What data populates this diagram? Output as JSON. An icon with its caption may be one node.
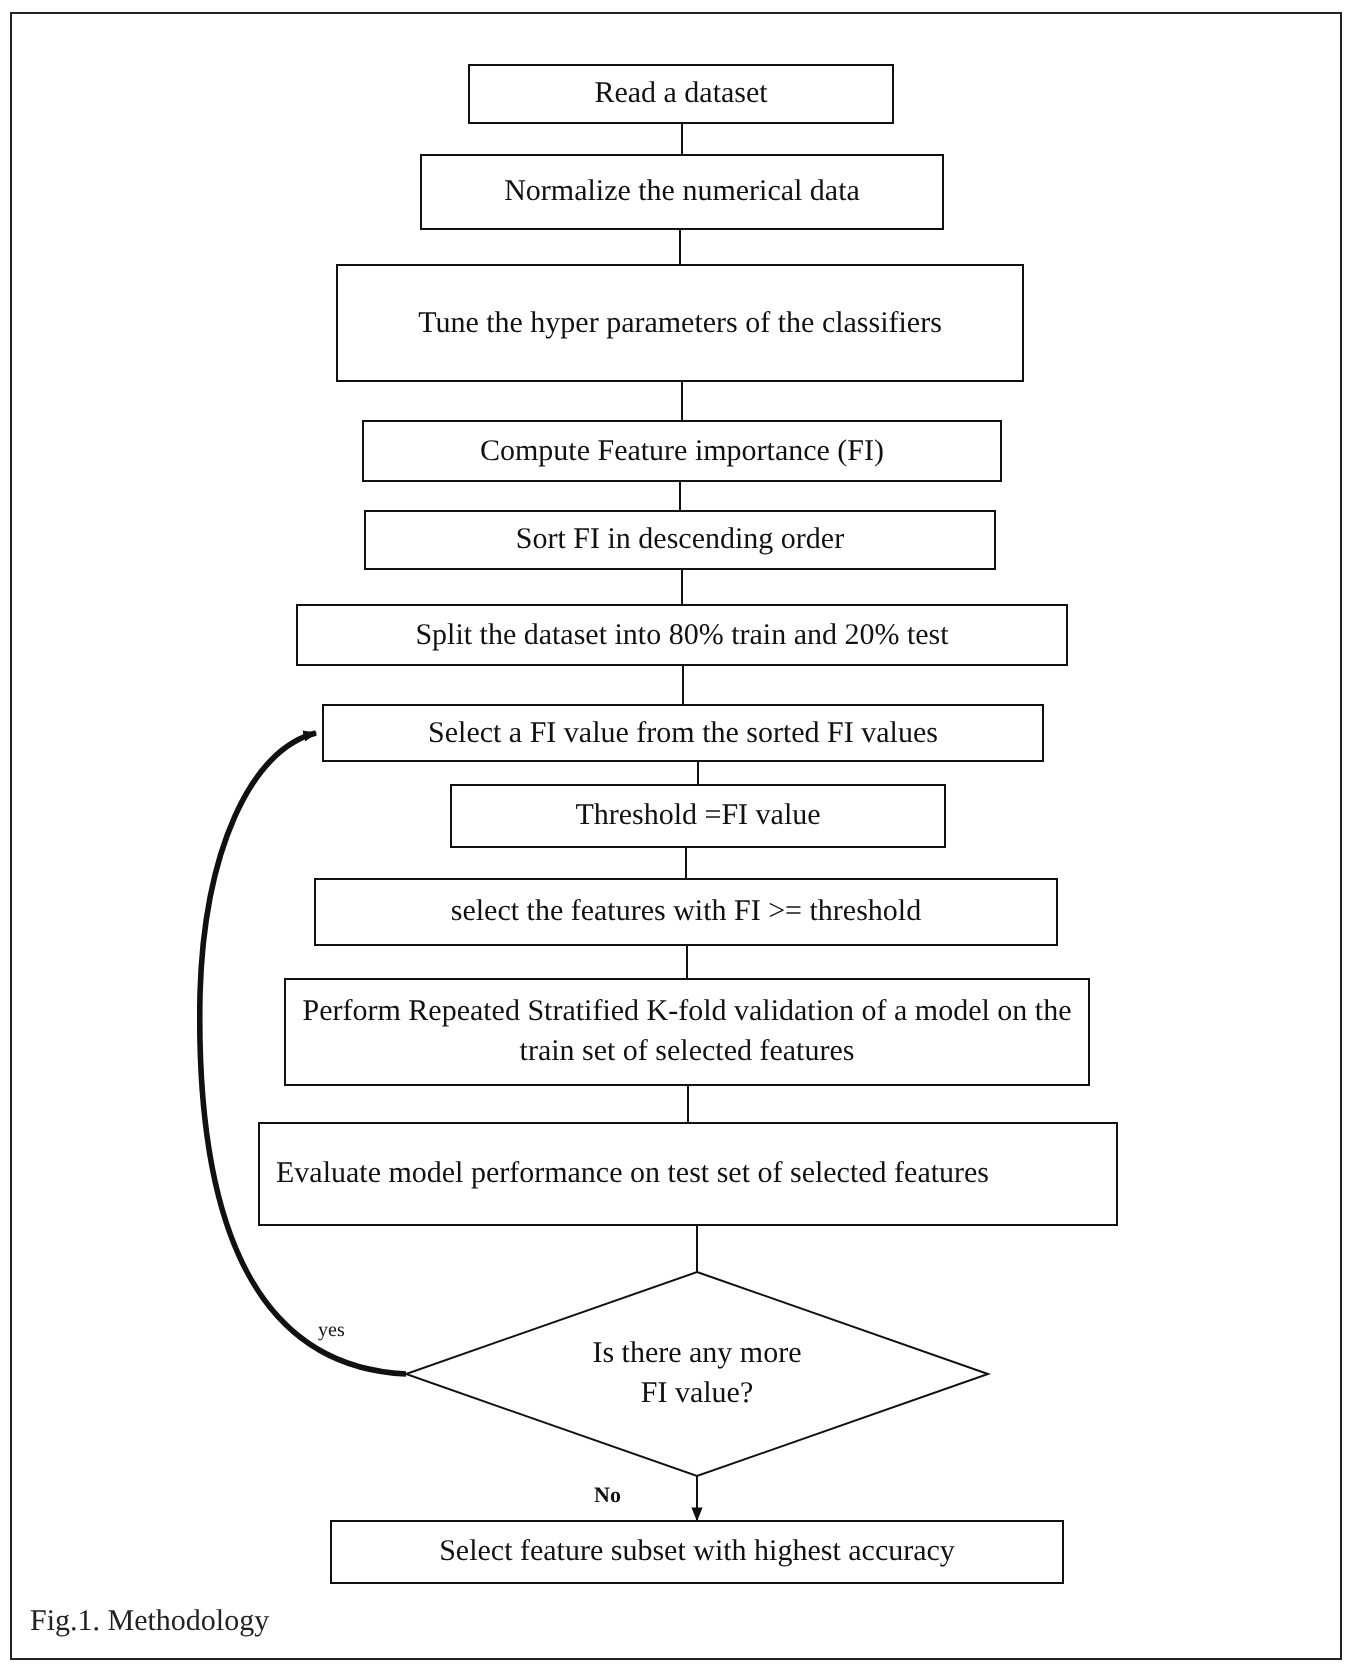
{
  "diagram": {
    "caption": "Fig.1. Methodology",
    "nodes": [
      {
        "text": [
          "Read a dataset"
        ]
      },
      {
        "text": [
          "Normalize the numerical data"
        ]
      },
      {
        "text": [
          "Tune the hyper parameters of the classifiers"
        ]
      },
      {
        "text": [
          "Compute Feature importance (FI)"
        ]
      },
      {
        "text": [
          "Sort FI in descending order"
        ]
      },
      {
        "text": [
          "Split the dataset into 80% train and 20% test"
        ]
      },
      {
        "text": [
          "Select a FI value from the sorted FI values"
        ]
      },
      {
        "text": [
          "Threshold =FI value"
        ]
      },
      {
        "text": [
          "select the features with FI >= threshold"
        ]
      },
      {
        "text": [
          "Perform Repeated Stratified K-fold validation of a model on the train set of selected features"
        ]
      },
      {
        "text": [
          "Evaluate model performance on test set of selected features"
        ]
      },
      {
        "text": [
          "Is there any more FI value?"
        ]
      },
      {
        "text": [
          "Select feature subset with highest accuracy"
        ]
      }
    ],
    "edges": [
      {
        "from": 0,
        "to": 1,
        "arrow": "none"
      },
      {
        "from": 1,
        "to": 2,
        "arrow": "none"
      },
      {
        "from": 2,
        "to": 3,
        "arrow": "none"
      },
      {
        "from": 3,
        "to": 4,
        "arrow": "none"
      },
      {
        "from": 4,
        "to": 5,
        "arrow": "none"
      },
      {
        "from": 5,
        "to": 6,
        "arrow": "none"
      },
      {
        "from": 6,
        "to": 7,
        "arrow": "none"
      },
      {
        "from": 7,
        "to": 8,
        "arrow": "none"
      },
      {
        "from": 8,
        "to": 9,
        "arrow": "none"
      },
      {
        "from": 9,
        "to": 10,
        "arrow": "none"
      },
      {
        "from": 10,
        "to": 11,
        "arrow": "none"
      },
      {
        "from": 11,
        "to": 12,
        "arrow": "to",
        "label": "No"
      },
      {
        "from": 11,
        "to": 6,
        "arrow": "to",
        "label": "yes",
        "style": "thick"
      }
    ]
  }
}
